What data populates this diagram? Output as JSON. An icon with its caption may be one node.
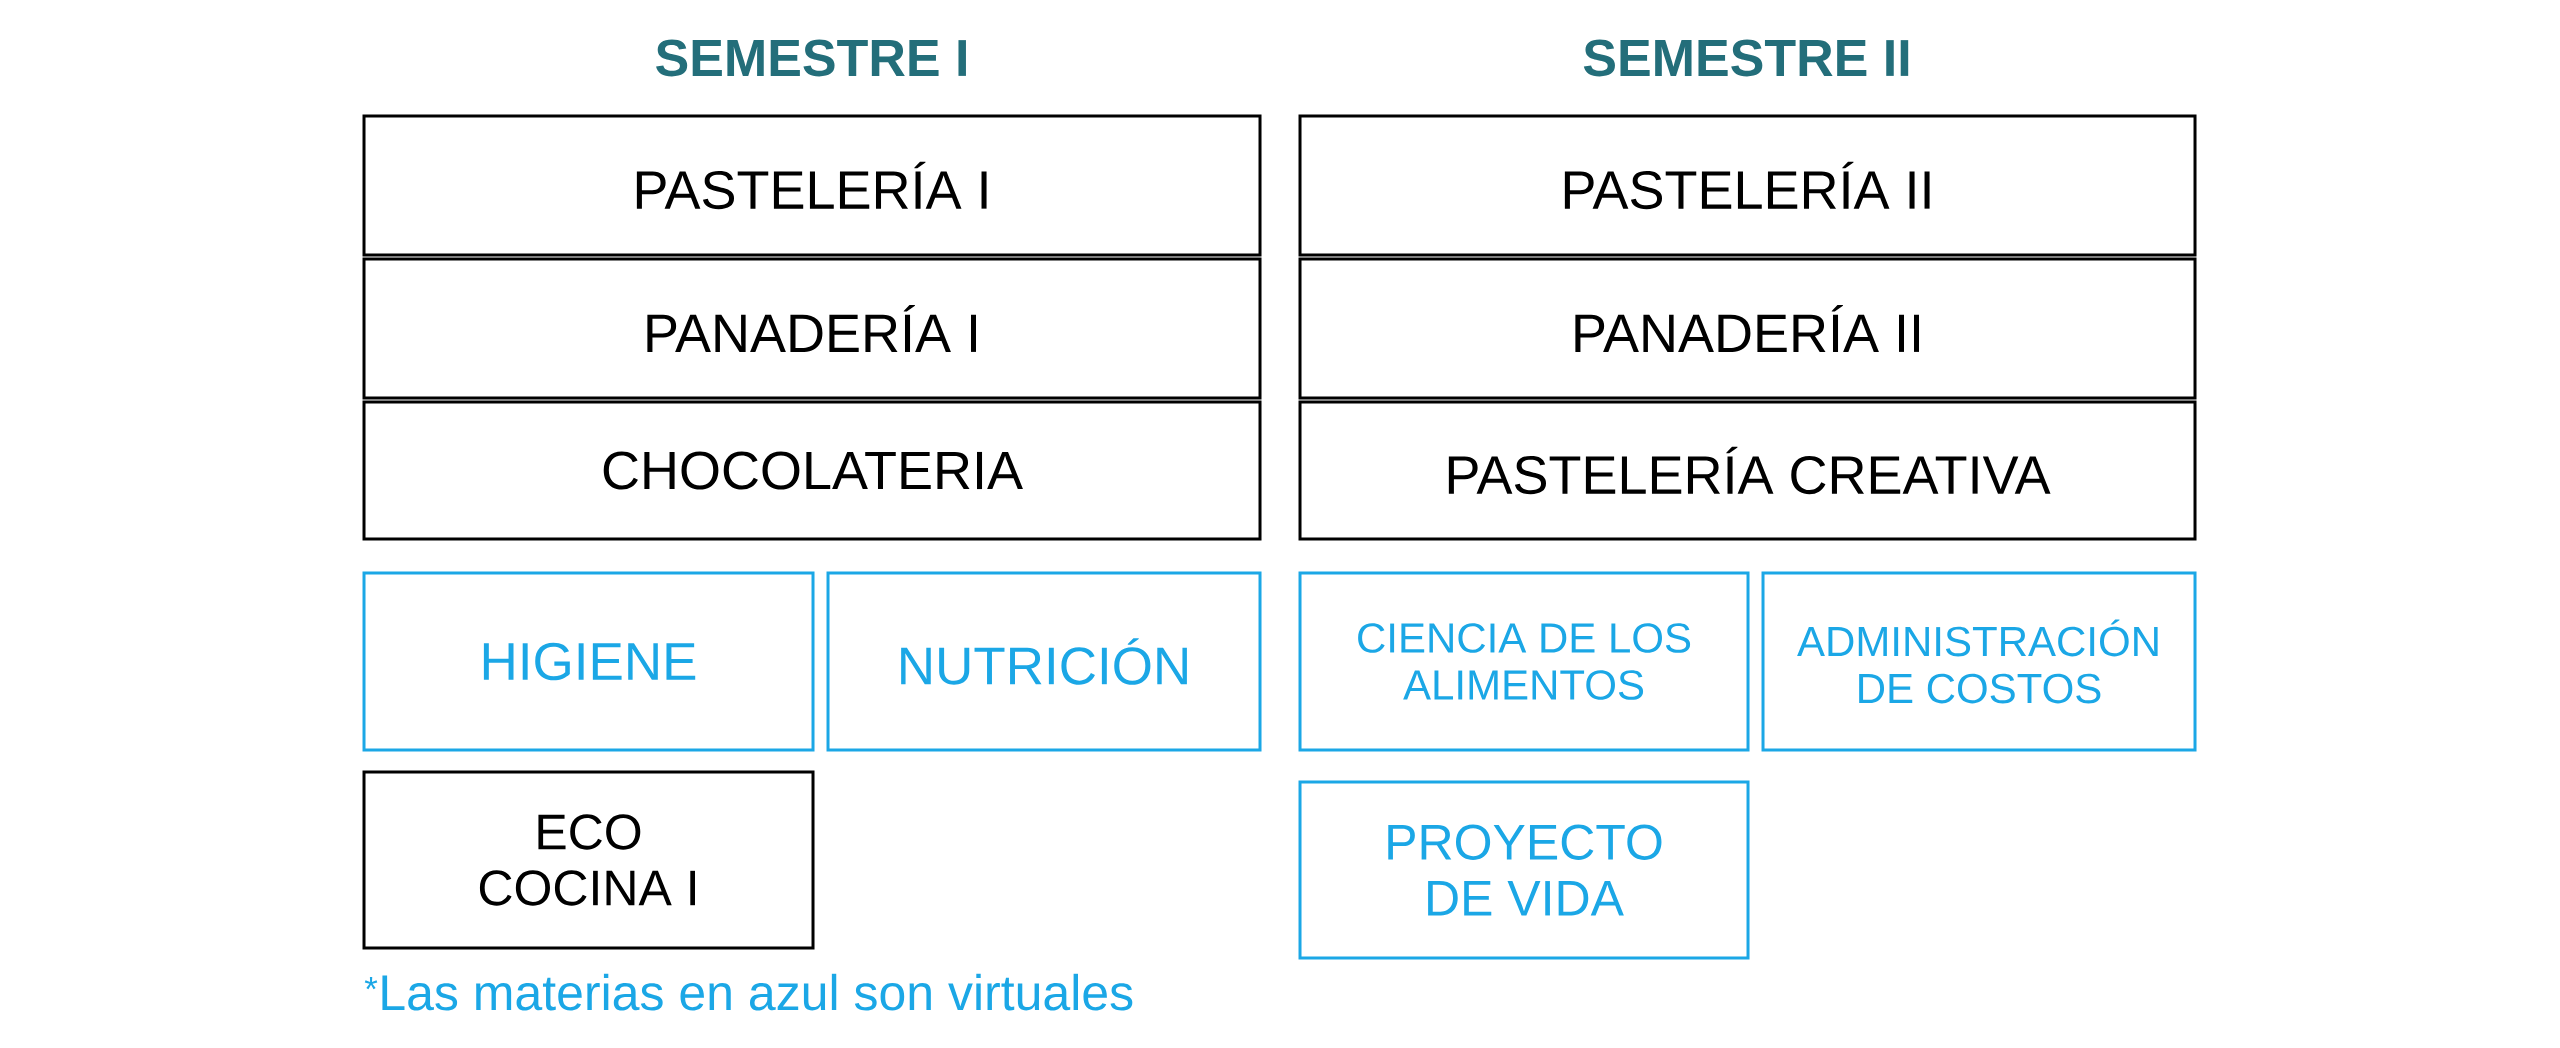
{
  "diagram": {
    "nodes": [
      {
        "text": [
          "PASTELERÍA I"
        ]
      },
      {
        "text": [
          "PANADERÍA I"
        ]
      },
      {
        "text": [
          "CHOCOLATERIA"
        ]
      },
      {
        "text": [
          "HIGIENE"
        ]
      },
      {
        "text": [
          "NUTRICIÓN"
        ]
      },
      {
        "text": [
          "ECO COCINA I"
        ]
      },
      {
        "text": [
          "PASTELERÍA II"
        ]
      },
      {
        "text": [
          "PANADERÍA II"
        ]
      },
      {
        "text": [
          "PASTELERÍA CREATIVA"
        ]
      },
      {
        "text": [
          "CIENCIA DE LOS ALIMENTOS"
        ]
      },
      {
        "text": [
          "ADMINISTRACIÓN DE COSTOS"
        ]
      },
      {
        "text": [
          "PROYECTO DE VIDA"
        ]
      }
    ],
    "labels": [
      "SEMESTRE I",
      "SEMESTRE II",
      "$^{*}$Las materias en azul son virtuales"
    ]
  }
}
